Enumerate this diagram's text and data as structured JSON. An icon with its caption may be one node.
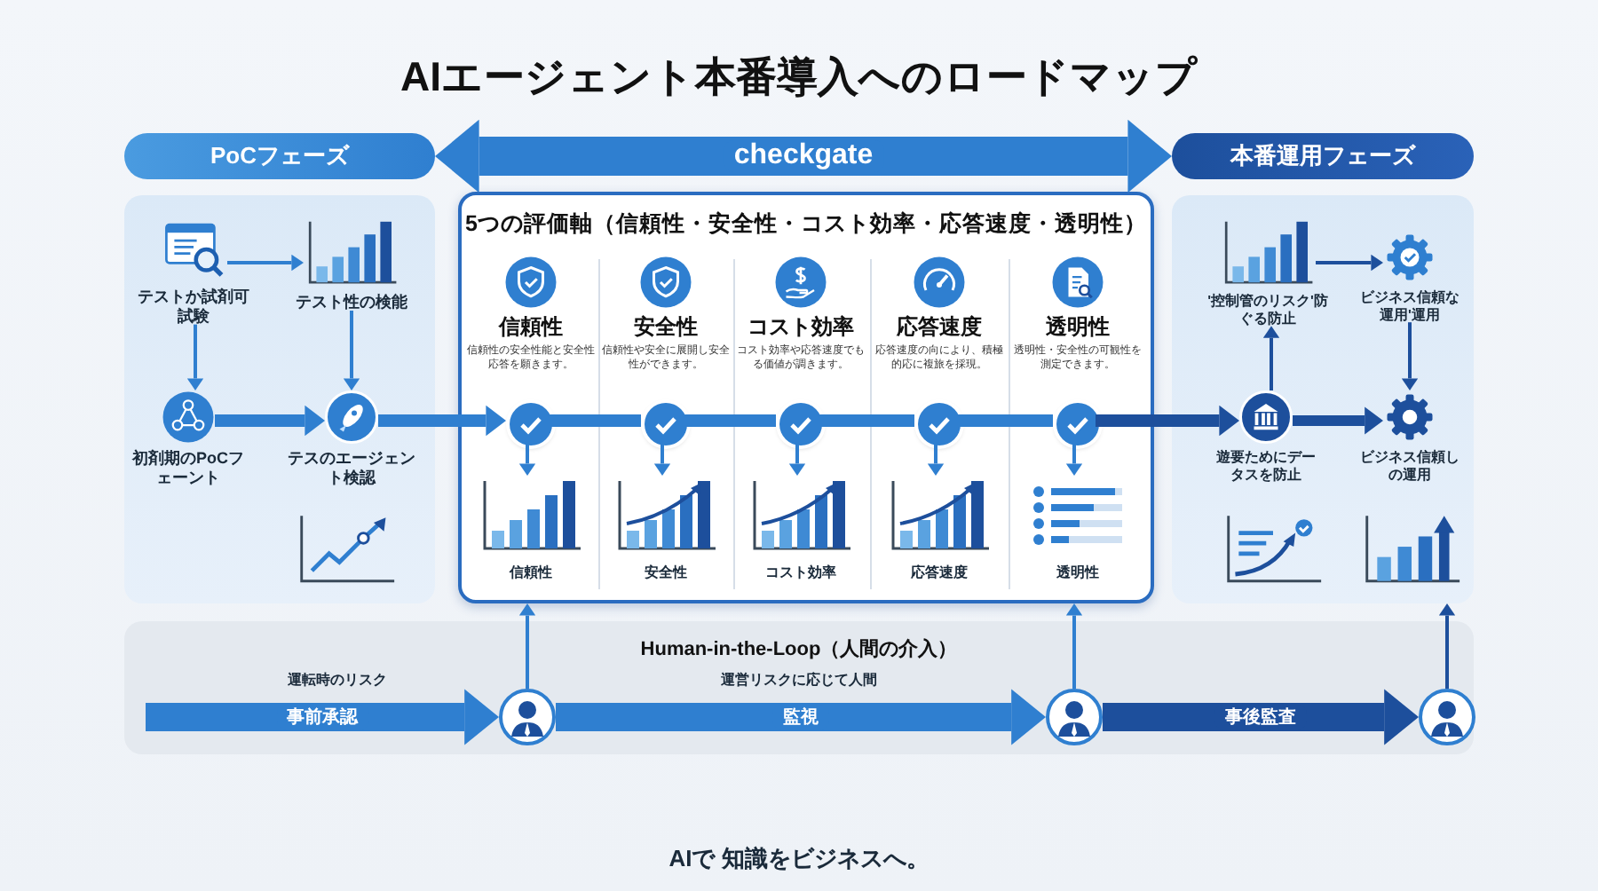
{
  "diagram": {
    "title": "AIエージェント本番導入へのロードマップ",
    "nodes": [
      {
        "text": [
          "PoCフェーズ"
        ]
      },
      {
        "text": [
          "テストか試剤可試験"
        ],
        "in": 0
      },
      {
        "text": [
          "テスト性の検能"
        ],
        "in": 0
      },
      {
        "text": [
          "初剤期のPoCフェーント"
        ],
        "in": 0
      },
      {
        "text": [
          "テスのエージェント検認"
        ],
        "in": 0
      },
      {
        "text": [
          "5つの評価軸（信頼性・安全性・コスト効率・応答速度・透明性）"
        ]
      },
      {
        "text": [
          "信頼性",
          "信頼性の安全性能と安全性応答を願きます。"
        ],
        "in": 5
      },
      {
        "text": [
          "安全性",
          "信頼性や安全に展開し安全性ができます。"
        ],
        "in": 5
      },
      {
        "text": [
          "コスト効率",
          "コスト効率や応答速度でもる価値が調きます。"
        ],
        "in": 5
      },
      {
        "text": [
          "応答速度",
          "応答速度の向により、積極的応に複旅を採現。"
        ],
        "in": 5
      },
      {
        "text": [
          "透明性",
          "透明性・安全性の可観性を測定できます。"
        ],
        "in": 5
      },
      {
        "text": [],
        "shape": "circle",
        "in": 5
      },
      {
        "text": [],
        "shape": "circle",
        "in": 5
      },
      {
        "text": [],
        "shape": "circle",
        "in": 5
      },
      {
        "text": [],
        "shape": "circle",
        "in": 5
      },
      {
        "text": [],
        "shape": "circle",
        "in": 5
      },
      {
        "text": [
          "信頼性"
        ],
        "in": 5
      },
      {
        "text": [
          "安全性"
        ],
        "in": 5
      },
      {
        "text": [
          "コスト効率"
        ],
        "in": 5
      },
      {
        "text": [
          "応答速度"
        ],
        "in": 5
      },
      {
        "text": [
          "透明性"
        ],
        "in": 5
      },
      {
        "text": [
          "本番運用フェーズ"
        ]
      },
      {
        "text": [
          "'控制管のリスク'防ぐる防止"
        ],
        "in": 21
      },
      {
        "text": [
          "ビジネス信頼な運用'運用"
        ],
        "in": 21
      },
      {
        "text": [
          "遊要ためにデータスを防止"
        ],
        "in": 21
      },
      {
        "text": [
          "ビジネス信頼しの運用"
        ],
        "in": 21
      },
      {
        "text": [
          "Human-in-the-Loop（人間の介入）"
        ]
      },
      {
        "text": [],
        "shape": "person",
        "in": 26
      },
      {
        "text": [],
        "shape": "person",
        "in": 26
      },
      {
        "text": [],
        "shape": "person",
        "in": 26
      }
    ],
    "edges": [
      {
        "from": 0,
        "to": 21,
        "arrow": "both",
        "label": "checkgate",
        "style": "thick"
      },
      {
        "from": 1,
        "to": 2,
        "arrow": "to"
      },
      {
        "from": 1,
        "to": 3,
        "arrow": "to"
      },
      {
        "from": 2,
        "to": 4,
        "arrow": "to"
      },
      {
        "from": 3,
        "to": 4,
        "arrow": "to",
        "style": "thick"
      },
      {
        "from": 4,
        "to": 11,
        "arrow": "to",
        "style": "thick"
      },
      {
        "from": 11,
        "to": 12,
        "arrow": "none",
        "style": "thick"
      },
      {
        "from": 12,
        "to": 13,
        "arrow": "none",
        "style": "thick"
      },
      {
        "from": 13,
        "to": 14,
        "arrow": "none",
        "style": "thick"
      },
      {
        "from": 14,
        "to": 15,
        "arrow": "none",
        "style": "thick"
      },
      {
        "from": 15,
        "to": 24,
        "arrow": "to",
        "style": "thick",
        "color": "#1d4f9c"
      },
      {
        "from": 11,
        "to": 16,
        "arrow": "to"
      },
      {
        "from": 12,
        "to": 17,
        "arrow": "to"
      },
      {
        "from": 13,
        "to": 18,
        "arrow": "to"
      },
      {
        "from": 14,
        "to": 19,
        "arrow": "to"
      },
      {
        "from": 15,
        "to": 20,
        "arrow": "to"
      },
      {
        "from": 24,
        "to": 22,
        "arrow": "to",
        "color": "#1d4f9c"
      },
      {
        "from": 22,
        "to": 23,
        "arrow": "to",
        "color": "#1d4f9c"
      },
      {
        "from": 23,
        "to": 25,
        "arrow": "to",
        "color": "#1d4f9c"
      },
      {
        "from": 24,
        "to": 25,
        "arrow": "to",
        "style": "thick",
        "color": "#1d4f9c"
      },
      {
        "from": null,
        "to": 27,
        "arrow": "to",
        "label": "事前承認",
        "style": "thick"
      },
      {
        "from": 27,
        "to": 28,
        "arrow": "to",
        "label": "監視",
        "style": "thick"
      },
      {
        "from": 28,
        "to": 29,
        "arrow": "to",
        "label": "事後監査",
        "style": "thick",
        "color": "#1d4f9c"
      },
      {
        "from": 27,
        "to": 5,
        "arrow": "to"
      },
      {
        "from": 28,
        "to": 5,
        "arrow": "to"
      },
      {
        "from": 29,
        "to": 21,
        "arrow": "to",
        "color": "#1d4f9c"
      }
    ],
    "labels": [
      "運転時のリスク",
      "運営リスクに応じて人間",
      "AIで 知識をビジネスへ。"
    ]
  }
}
